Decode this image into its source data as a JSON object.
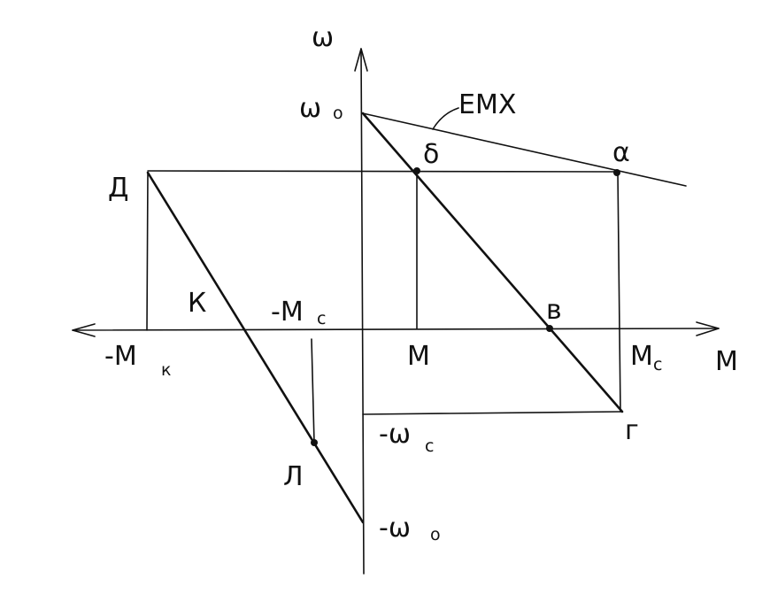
{
  "labels": {
    "omega_axis": "ω",
    "m_axis": "M",
    "omega0": "ω",
    "omega0_sub": "o",
    "emx": "EMX",
    "pt_a": "α",
    "pt_b": "δ",
    "pt_v": "в",
    "pt_g": "г",
    "pt_d": "Д",
    "pt_k": "К",
    "pt_l": "Л",
    "m_point": "M",
    "mc": "M",
    "mc_sub": "c",
    "neg_mc": "-M",
    "neg_mc_sub": "c",
    "neg_mk": "-M",
    "neg_mk_sub": "к",
    "neg_omega_c": "-ω",
    "neg_omega_c_sub": "c",
    "neg_omega0": "-ω",
    "neg_omega0_sub": "o"
  },
  "colors": {
    "ink": "#111111",
    "paper": "#ffffff"
  }
}
